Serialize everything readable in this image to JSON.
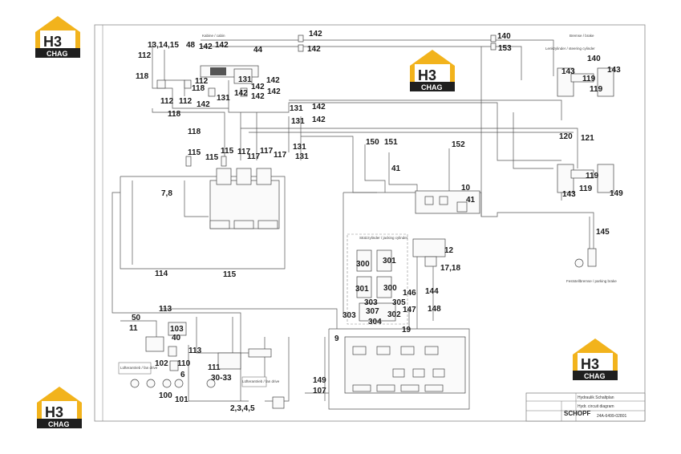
{
  "title_block": {
    "title_de": "Hydraulik Schaltplan",
    "title_en": "Hydr. circuit diagram",
    "drawing_number": "24A-6499-02801",
    "brand": "SCHOPF"
  },
  "watermark": {
    "logo_text": "H3",
    "sub_text": "CHAG",
    "accent_color": "#f2b31c",
    "dark_color": "#1f1f1f"
  },
  "zone_labels": {
    "cabin": "Kabine / cabin",
    "brake": "Bremse / brake",
    "steering": "Lenkzylinder / steering cylinder",
    "jacking": "Stützzylinder / jacking cylinder",
    "parking_brake": "Feststellbremse / parking brake",
    "fan_drive_1": "Lüfterantrieb / fan drive",
    "fan_drive_2": "Lüfterantrieb / fan drive"
  },
  "labels": [
    {
      "id": "l1",
      "text": "13,14,15"
    },
    {
      "id": "l2",
      "text": "48"
    },
    {
      "id": "l3",
      "text": "142"
    },
    {
      "id": "l4",
      "text": "142"
    },
    {
      "id": "l5",
      "text": "44"
    },
    {
      "id": "l6",
      "text": "142"
    },
    {
      "id": "l7",
      "text": "142"
    },
    {
      "id": "l8",
      "text": "112"
    },
    {
      "id": "l9",
      "text": "118"
    },
    {
      "id": "l10",
      "text": "112"
    },
    {
      "id": "l11",
      "text": "118"
    },
    {
      "id": "l12",
      "text": "131"
    },
    {
      "id": "l13",
      "text": "142"
    },
    {
      "id": "l14",
      "text": "142"
    },
    {
      "id": "l15",
      "text": "131"
    },
    {
      "id": "l16",
      "text": "142"
    },
    {
      "id": "l17",
      "text": "142"
    },
    {
      "id": "l18",
      "text": "142"
    },
    {
      "id": "l19",
      "text": "112"
    },
    {
      "id": "l20",
      "text": "112"
    },
    {
      "id": "l21",
      "text": "142"
    },
    {
      "id": "l22",
      "text": "118"
    },
    {
      "id": "l23",
      "text": "131"
    },
    {
      "id": "l24",
      "text": "142"
    },
    {
      "id": "l25",
      "text": "131"
    },
    {
      "id": "l26",
      "text": "142"
    },
    {
      "id": "l27",
      "text": "118"
    },
    {
      "id": "l28",
      "text": "115"
    },
    {
      "id": "l29",
      "text": "115"
    },
    {
      "id": "l30",
      "text": "115"
    },
    {
      "id": "l31",
      "text": "117"
    },
    {
      "id": "l32",
      "text": "117"
    },
    {
      "id": "l33",
      "text": "117"
    },
    {
      "id": "l34",
      "text": "117"
    },
    {
      "id": "l35",
      "text": "131"
    },
    {
      "id": "l36",
      "text": "131"
    },
    {
      "id": "l37",
      "text": "7,8"
    },
    {
      "id": "l38",
      "text": "114"
    },
    {
      "id": "l39",
      "text": "115"
    },
    {
      "id": "l40",
      "text": "113"
    },
    {
      "id": "l41",
      "text": "50"
    },
    {
      "id": "l42",
      "text": "11"
    },
    {
      "id": "l43",
      "text": "103"
    },
    {
      "id": "l44",
      "text": "40"
    },
    {
      "id": "l45",
      "text": "113"
    },
    {
      "id": "l46",
      "text": "102"
    },
    {
      "id": "l47",
      "text": "110"
    },
    {
      "id": "l48",
      "text": "6"
    },
    {
      "id": "l49",
      "text": "111"
    },
    {
      "id": "l50",
      "text": "30-33"
    },
    {
      "id": "l51",
      "text": "100"
    },
    {
      "id": "l52",
      "text": "101"
    },
    {
      "id": "l53",
      "text": "2,3,4,5"
    },
    {
      "id": "l54",
      "text": "149"
    },
    {
      "id": "l55",
      "text": "107"
    },
    {
      "id": "l56",
      "text": "140"
    },
    {
      "id": "l57",
      "text": "153"
    },
    {
      "id": "l58",
      "text": "140"
    },
    {
      "id": "l59",
      "text": "143"
    },
    {
      "id": "l60",
      "text": "143"
    },
    {
      "id": "l61",
      "text": "119"
    },
    {
      "id": "l62",
      "text": "119"
    },
    {
      "id": "l63",
      "text": "150"
    },
    {
      "id": "l64",
      "text": "151"
    },
    {
      "id": "l65",
      "text": "152"
    },
    {
      "id": "l66",
      "text": "120"
    },
    {
      "id": "l67",
      "text": "121"
    },
    {
      "id": "l68",
      "text": "41"
    },
    {
      "id": "l69",
      "text": "10"
    },
    {
      "id": "l70",
      "text": "41"
    },
    {
      "id": "l71",
      "text": "119"
    },
    {
      "id": "l72",
      "text": "119"
    },
    {
      "id": "l73",
      "text": "143"
    },
    {
      "id": "l74",
      "text": "149"
    },
    {
      "id": "l75",
      "text": "145"
    },
    {
      "id": "l76",
      "text": "12"
    },
    {
      "id": "l77",
      "text": "17,18"
    },
    {
      "id": "l78",
      "text": "300"
    },
    {
      "id": "l79",
      "text": "301"
    },
    {
      "id": "l80",
      "text": "301"
    },
    {
      "id": "l81",
      "text": "300"
    },
    {
      "id": "l82",
      "text": "146"
    },
    {
      "id": "l83",
      "text": "144"
    },
    {
      "id": "l84",
      "text": "303"
    },
    {
      "id": "l85",
      "text": "305"
    },
    {
      "id": "l86",
      "text": "307"
    },
    {
      "id": "l87",
      "text": "302"
    },
    {
      "id": "l88",
      "text": "147"
    },
    {
      "id": "l89",
      "text": "148"
    },
    {
      "id": "l90",
      "text": "303"
    },
    {
      "id": "l91",
      "text": "304"
    },
    {
      "id": "l92",
      "text": "19"
    },
    {
      "id": "l93",
      "text": "9"
    }
  ]
}
